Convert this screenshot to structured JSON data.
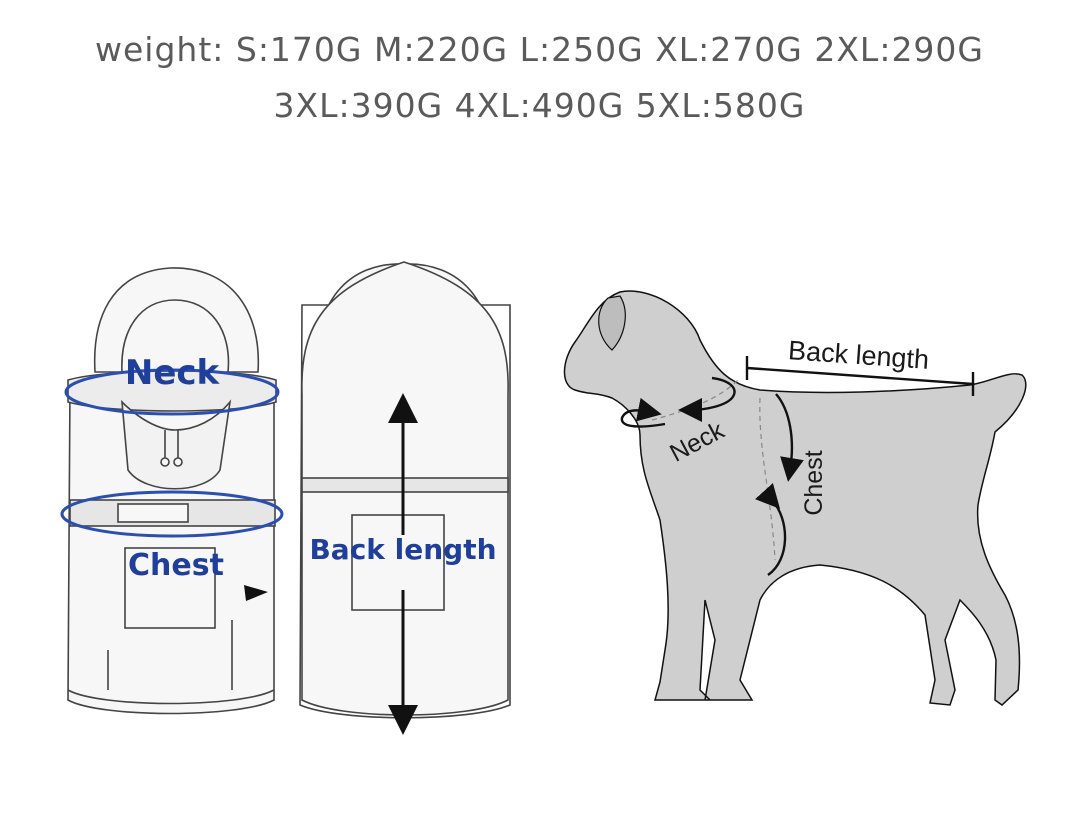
{
  "weights": {
    "line1": "weight:  S:170G  M:220G  L:250G  XL:270G  2XL:290G",
    "line2": "3XL:390G  4XL:490G  5XL:580G"
  },
  "coat_labels": {
    "neck": "Neck",
    "chest": "Chest",
    "back_length": "Back  length"
  },
  "dog_labels": {
    "back_length": "Back length",
    "neck": "Neck",
    "chest": "Chest"
  },
  "colors": {
    "measure_blue": "#1f3f9a",
    "dog_fill": "#cfcfcf",
    "text_gray": "#5a5a5a"
  }
}
